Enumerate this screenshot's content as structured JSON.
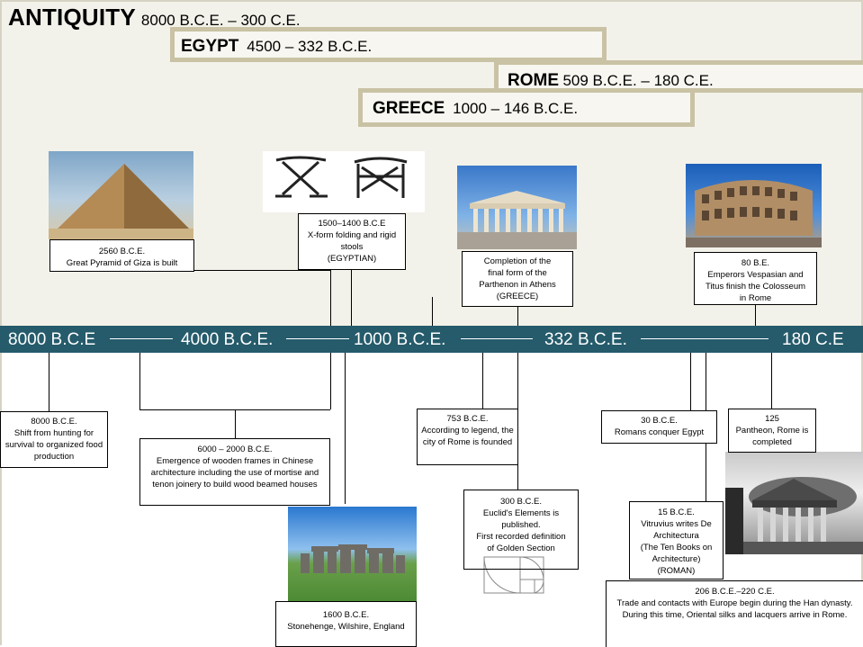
{
  "title": {
    "main": "ANTIQUITY",
    "range": "8000 B.C.E. – 300 C.E."
  },
  "bands": {
    "egypt": {
      "name": "EGYPT",
      "range": "4500 – 332 B.C.E."
    },
    "rome": {
      "name": "ROME",
      "range": "509 B.C.E. – 180 C.E."
    },
    "greece": {
      "name": "GREECE",
      "range": "1000 – 146 B.C.E."
    }
  },
  "timeline": {
    "ticks": [
      "8000 B.C.E",
      "4000 B.C.E.",
      "1000 B.C.E.",
      "332 B.C.E.",
      "180 C.E"
    ]
  },
  "events": {
    "pyramid": {
      "date": "2560 B.C.E.",
      "text": "Great Pyramid of Giza is built"
    },
    "stools": {
      "date": "1500–1400 B.C.E",
      "text": "X-form folding and rigid stools",
      "note": "(EGYPTIAN)"
    },
    "parthenon": {
      "line1": "Completion of the",
      "line2": "final form of the",
      "line3": "Parthenon in Athens",
      "note": "(GREECE)"
    },
    "colosseum": {
      "date": "80 B.E.",
      "text": "Emperors Vespasian and Titus finish the Colosseum in Rome"
    },
    "hunting": {
      "date": "8000 B.C.E.",
      "text": "Shift from hunting for survival to organized food production"
    },
    "wooden": {
      "date": "6000 – 2000  B.C.E.",
      "text": "Emergence of wooden frames in Chinese architecture including the use of mortise and tenon joinery to build wood beamed houses"
    },
    "stonehenge": {
      "date": "1600 B.C.E.",
      "text": "Stonehenge, Wilshire, England"
    },
    "rome_founded": {
      "date": "753 B.C.E.",
      "text": "According to legend, the city of Rome is founded"
    },
    "euclid": {
      "date": "300 B.C.E.",
      "line1": "Euclid's Elements is published.",
      "line2": "First recorded definition of Golden Section"
    },
    "egypt_conquest": {
      "date": "30 B.C.E.",
      "text": "Romans conquer Egypt"
    },
    "pantheon": {
      "date": "125",
      "text": "Pantheon, Rome is completed"
    },
    "vitruvius": {
      "date": "15 B.C.E.",
      "text": "Vitruvius writes De Architectura",
      "line2": "(The Ten Books on Architecture)",
      "note": "(ROMAN)"
    },
    "han": {
      "date": "206 B.C.E.–220 C.E.",
      "text": "Trade and contacts with Europe begin during the Han dynasty.  During this time, Oriental silks and lacquers arrive in Rome."
    }
  },
  "colors": {
    "timeline": "#255b6b",
    "band_border": "#c9c2a4",
    "background": "#f3f2ea"
  }
}
